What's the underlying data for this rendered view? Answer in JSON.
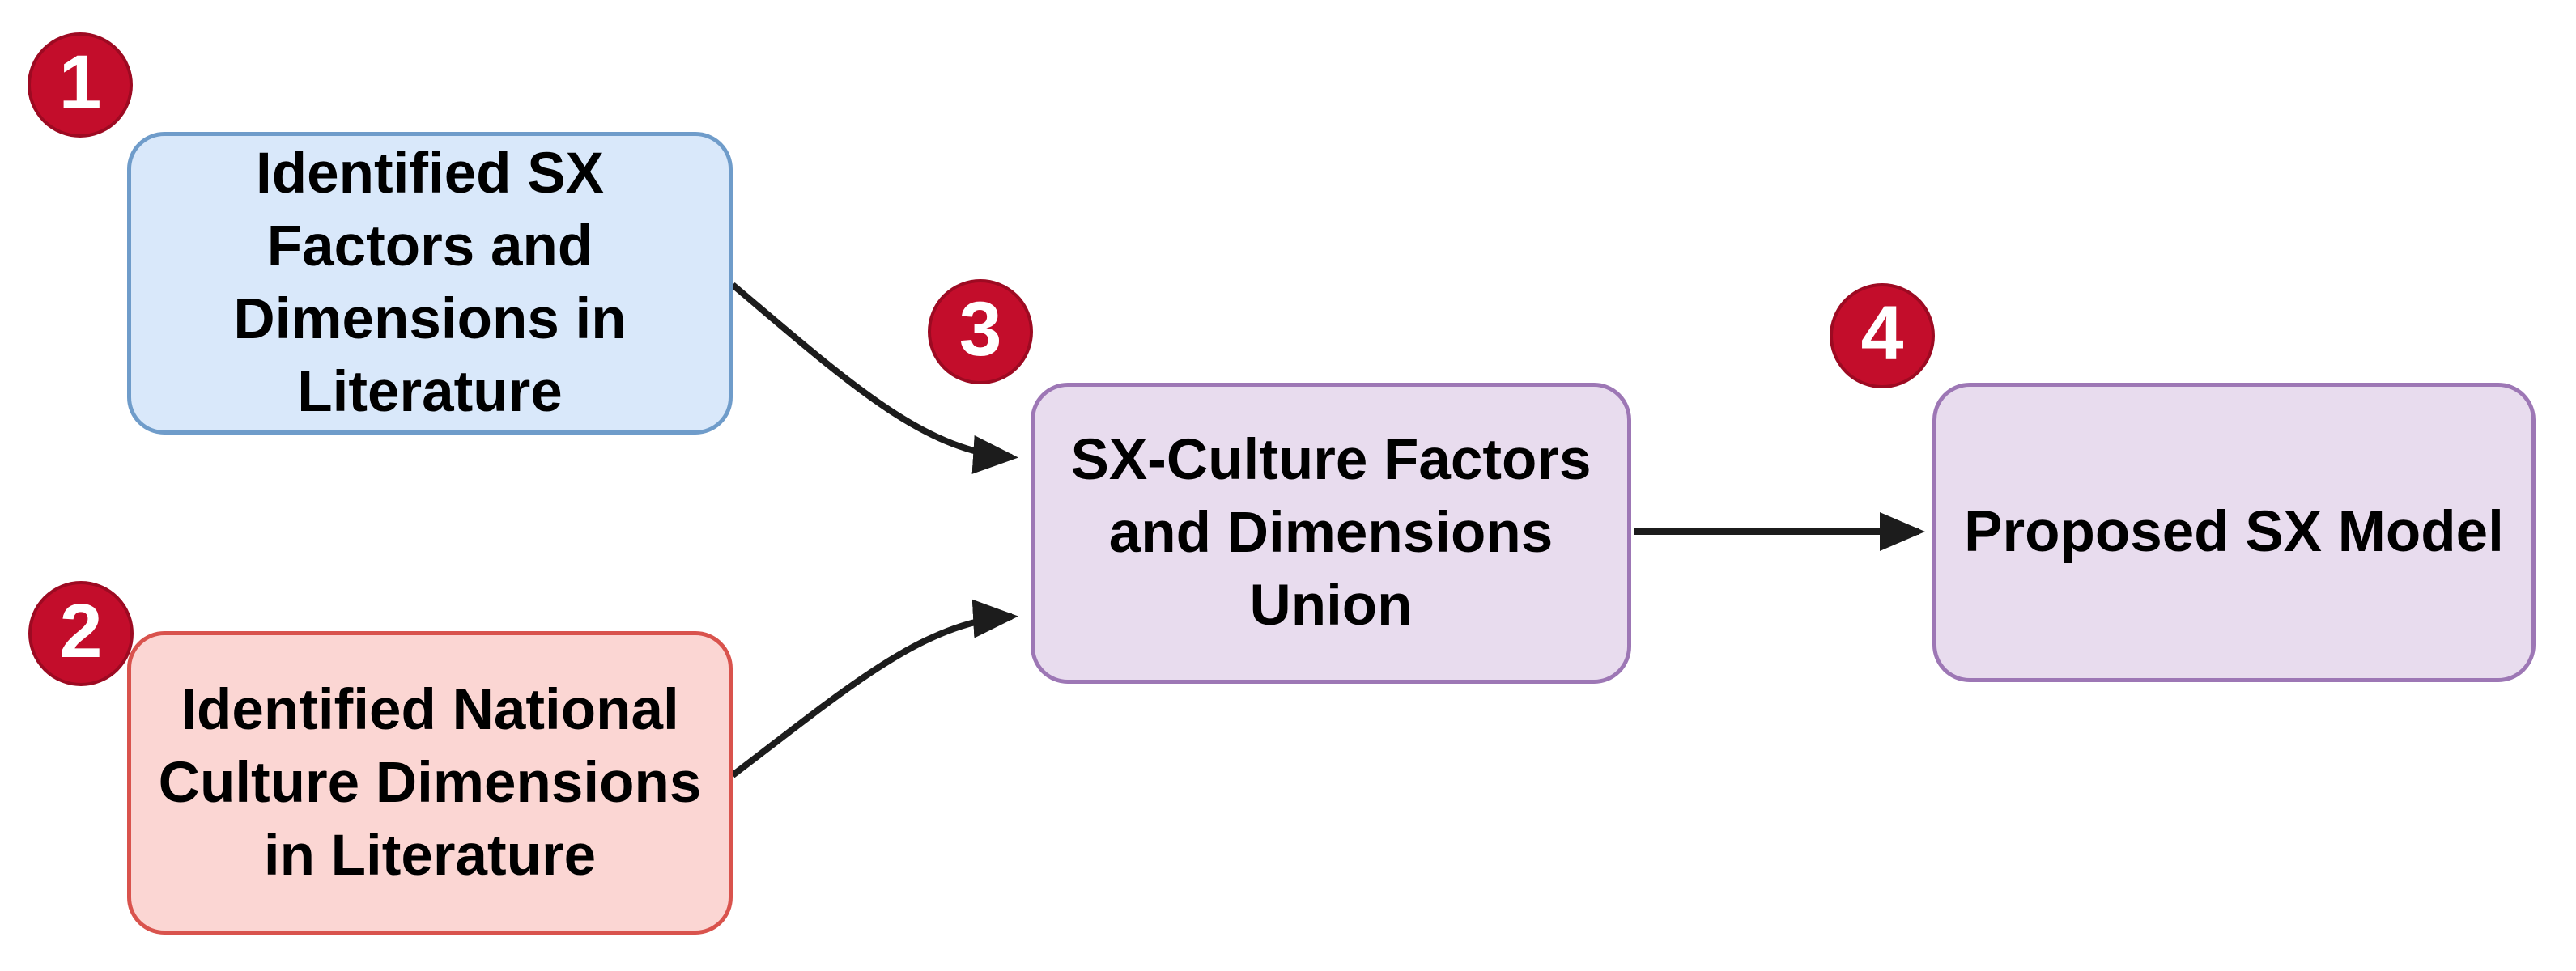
{
  "diagram": {
    "background": "#ffffff",
    "text_color": "#000000",
    "badge_fill": "#c30d2b",
    "badge_ring": "#9d0a22",
    "badge_text_color": "#ffffff",
    "arrow_color": "#1c1c1c",
    "nodes": [
      {
        "id": "identified-sx-factors",
        "badge": "1",
        "label": "Identified SX\nFactors and\nDimensions in\nLiterature",
        "fill": "#d9e8fa",
        "border": "#6f9cca"
      },
      {
        "id": "identified-national-culture",
        "badge": "2",
        "label": "Identified National\nCulture Dimensions\nin Literature",
        "fill": "#fbd6d3",
        "border": "#d9534d"
      },
      {
        "id": "sx-culture-union",
        "badge": "3",
        "label": "SX-Culture Factors\nand Dimensions\nUnion",
        "fill": "#e8dcee",
        "border": "#9d77b5"
      },
      {
        "id": "proposed-sx-model",
        "badge": "4",
        "label": "Proposed SX Model",
        "fill": "#e8dcee",
        "border": "#9d77b5"
      }
    ],
    "edges": [
      {
        "from": "identified-sx-factors",
        "to": "sx-culture-union"
      },
      {
        "from": "identified-national-culture",
        "to": "sx-culture-union"
      },
      {
        "from": "sx-culture-union",
        "to": "proposed-sx-model"
      }
    ]
  }
}
